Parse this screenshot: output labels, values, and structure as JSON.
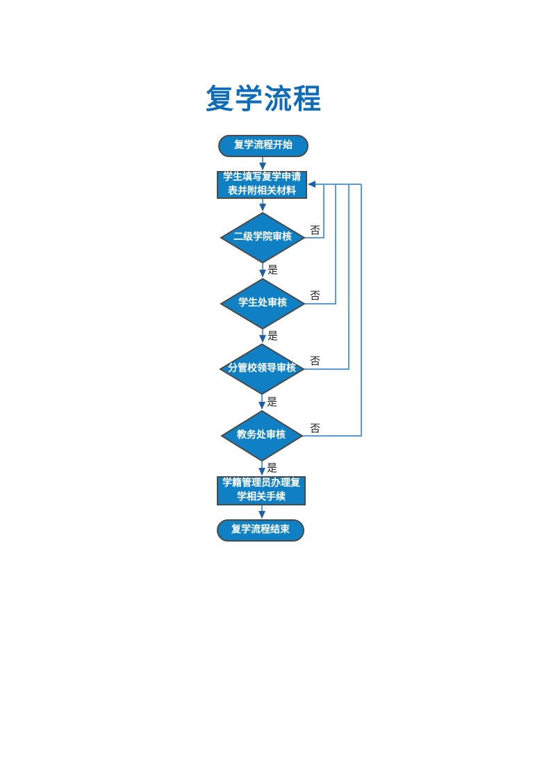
{
  "title": "复学流程",
  "colors": {
    "shape_fill": "#1080C4",
    "shape_border": "#4A4A4A",
    "connector": "#5B9BD5",
    "arrowhead": "#1F5FA8",
    "title_color": "#0F6CB8",
    "edge_label_color": "#222222",
    "shape_text": "#FFFFFF",
    "page_background": "#FFFFFF"
  },
  "nodes": [
    {
      "id": "start",
      "type": "terminator",
      "label": "复学流程开始"
    },
    {
      "id": "apply",
      "type": "process",
      "label": "学生填写复学申请表并附相关材料"
    },
    {
      "id": "college_review",
      "type": "decision",
      "label": "二级学院审核"
    },
    {
      "id": "student_dept_review",
      "type": "decision",
      "label": "学生处审核"
    },
    {
      "id": "leader_review",
      "type": "decision",
      "label": "分管校领导审核"
    },
    {
      "id": "academic_review",
      "type": "decision",
      "label": "教务处审核"
    },
    {
      "id": "registrar",
      "type": "process",
      "label": "学籍管理员办理复学相关手续"
    },
    {
      "id": "end",
      "type": "terminator",
      "label": "复学流程结束"
    }
  ],
  "edge_labels": {
    "yes": "是",
    "no": "否"
  },
  "edges": [
    {
      "from": "start",
      "to": "apply",
      "label": ""
    },
    {
      "from": "apply",
      "to": "college_review",
      "label": ""
    },
    {
      "from": "college_review",
      "to": "student_dept_review",
      "label": "是"
    },
    {
      "from": "college_review",
      "to": "apply",
      "label": "否"
    },
    {
      "from": "student_dept_review",
      "to": "leader_review",
      "label": "是"
    },
    {
      "from": "student_dept_review",
      "to": "apply",
      "label": "否"
    },
    {
      "from": "leader_review",
      "to": "academic_review",
      "label": "是"
    },
    {
      "from": "leader_review",
      "to": "apply",
      "label": "否"
    },
    {
      "from": "academic_review",
      "to": "registrar",
      "label": "是"
    },
    {
      "from": "academic_review",
      "to": "apply",
      "label": "否"
    },
    {
      "from": "registrar",
      "to": "end",
      "label": ""
    }
  ]
}
